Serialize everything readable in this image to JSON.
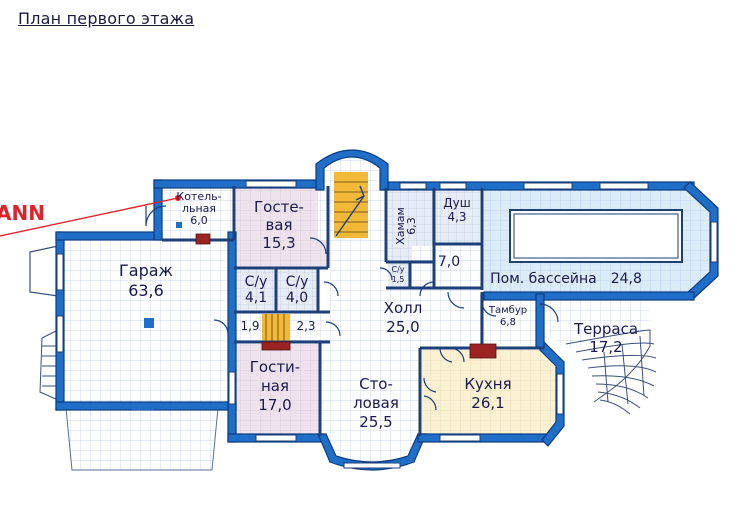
{
  "title": "План первого этажа",
  "logo_text": "ANN",
  "rooms": [
    {
      "id": "boiler",
      "lines": [
        "Котель-",
        "льная",
        "6,0"
      ]
    },
    {
      "id": "guest",
      "lines": [
        "Гостевая",
        "",
        "15,3"
      ]
    },
    {
      "id": "guest_a",
      "lines": [
        "Госте-",
        "вая",
        "15,3"
      ]
    },
    {
      "id": "hamam",
      "lines": [
        "Хамам",
        "6,3"
      ]
    },
    {
      "id": "shower",
      "lines": [
        "Душ",
        "4,3"
      ]
    },
    {
      "id": "pool",
      "lines": [
        "Пом. бассейна",
        "24,8"
      ]
    },
    {
      "id": "garage",
      "lines": [
        "Гараж",
        "63,6"
      ]
    },
    {
      "id": "wc1",
      "lines": [
        "С/у",
        "4,1"
      ]
    },
    {
      "id": "wc2",
      "lines": [
        "С/у",
        "4,0"
      ]
    },
    {
      "id": "wc3",
      "lines": [
        "С/у",
        "1,5"
      ]
    },
    {
      "id": "small",
      "lines": [
        "7,0"
      ]
    },
    {
      "id": "hall",
      "lines": [
        "Холл",
        "25,0"
      ]
    },
    {
      "id": "tambur",
      "lines": [
        "Тамбур",
        "6,8"
      ]
    },
    {
      "id": "terrace",
      "lines": [
        "Терраса",
        "17,2"
      ]
    },
    {
      "id": "hallway1",
      "lines": [
        "1,9"
      ]
    },
    {
      "id": "hallway2",
      "lines": [
        "2,3"
      ]
    },
    {
      "id": "living",
      "lines": [
        "Гости-",
        "ная",
        "17,0"
      ]
    },
    {
      "id": "dining",
      "lines": [
        "Сто-",
        "ловая",
        "25,5"
      ]
    },
    {
      "id": "kitchen",
      "lines": [
        "Кухня",
        "26,1"
      ]
    }
  ],
  "colors": {
    "wall": "#1f6fc9",
    "floor_tile": "#ffffff",
    "grid": "#b9c9e4",
    "pool": "#dcebf8",
    "wet": "#e7ecf6",
    "guest": "#eee3ec",
    "kitchen": "#faf0d2",
    "stairs": "#f2b838",
    "fireplace": "#9b2323",
    "accent": "#e3212b"
  }
}
